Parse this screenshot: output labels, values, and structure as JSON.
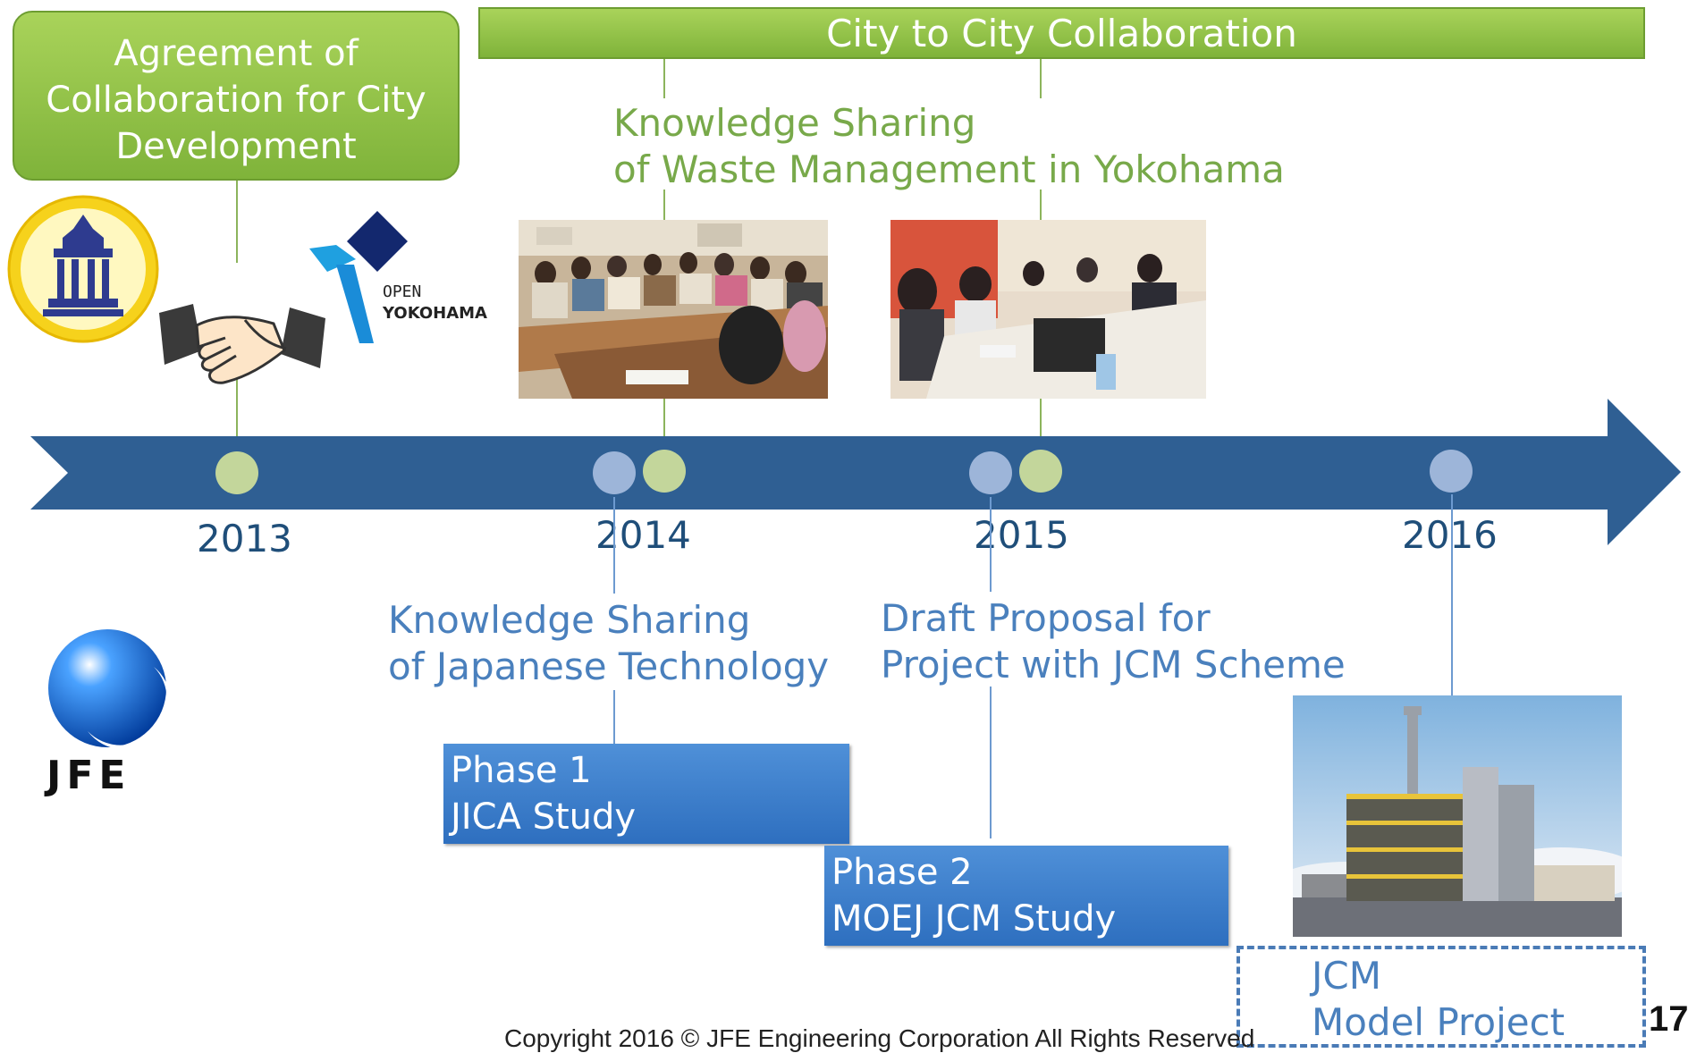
{
  "agreement": {
    "title": "Agreement of\nCollaboration for City\nDevelopment"
  },
  "city_collab": {
    "title": "City to City Collaboration"
  },
  "waste_sharing": {
    "text": "Knowledge Sharing\nof Waste Management in Yokohama"
  },
  "timeline": {
    "years": [
      "2013",
      "2014",
      "2015",
      "2016"
    ],
    "colors": {
      "arrow": "#2f5f93",
      "green_dot": "#c3d69b",
      "blue_dot": "#9db5d9"
    }
  },
  "tech_sharing": {
    "text": "Knowledge Sharing\nof Japanese Technology"
  },
  "draft_proposal": {
    "text": "Draft Proposal for\nProject with JCM Scheme"
  },
  "phase1": {
    "text": "Phase 1\nJICA Study"
  },
  "phase2": {
    "text": "Phase 2\nMOEJ JCM Study"
  },
  "jcm_project": {
    "text": "JCM\nModel Project"
  },
  "logos": {
    "open_yokohama_line1": "OPEN",
    "open_yokohama_line2": "YOKOHAMA",
    "jfe": "JFE"
  },
  "footer": {
    "copyright": "Copyright 2016 ©   JFE Engineering Corporation All Rights Reserved",
    "page_number": "17"
  }
}
